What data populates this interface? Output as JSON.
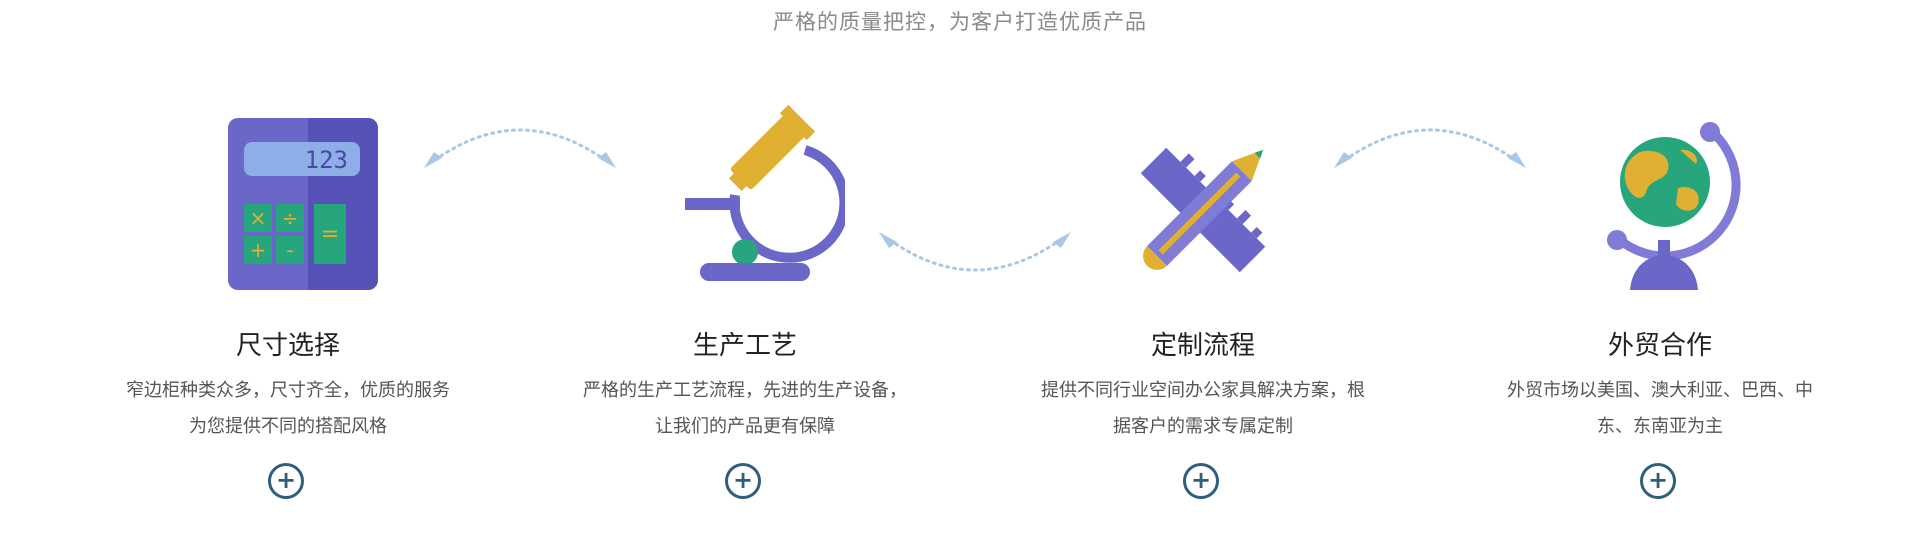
{
  "header": {
    "subtitle": "严格的质量把控，为客户打造优质产品"
  },
  "features": [
    {
      "icon": "calculator-icon",
      "title": "尺寸选择",
      "description": "窄边柜种类众多，尺寸齐全，优质的服务为您提供不同的搭配风格",
      "more_label": "+"
    },
    {
      "icon": "microscope-icon",
      "title": "生产工艺",
      "description": "严格的生产工艺流程，先进的生产设备，让我们的产品更有保障",
      "more_label": "+"
    },
    {
      "icon": "ruler-pencil-icon",
      "title": "定制流程",
      "description": "提供不同行业空间办公家具解决方案，根据客户的需求专属定制",
      "more_label": "+"
    },
    {
      "icon": "globe-icon",
      "title": "外贸合作",
      "description": "外贸市场以美国、澳大利亚、巴西、中东、东南亚为主",
      "more_label": "+"
    }
  ],
  "calculator_display": "123",
  "colors": {
    "purple": "#6b67c9",
    "dark_purple": "#5652b8",
    "gold": "#e0b032",
    "green": "#27a57d",
    "light_blue": "#a9c7e6",
    "plus_blue": "#2f5f7c"
  }
}
